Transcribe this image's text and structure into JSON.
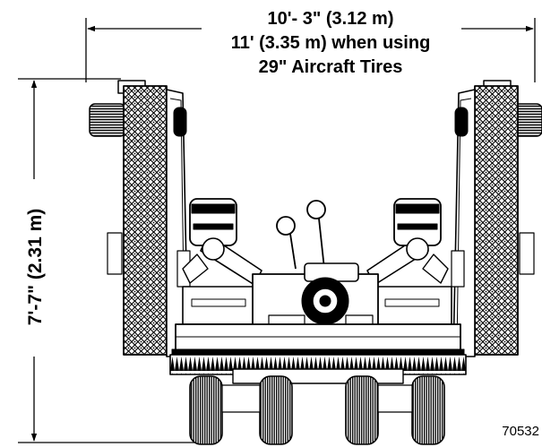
{
  "width_dimension": {
    "line1": "10'- 3\" (3.12 m)",
    "line2": "11' (3.35 m) when using",
    "line3": "29\" Aircraft Tires"
  },
  "height_dimension": {
    "label": "7'-7\" (2.31 m)"
  },
  "figure_number": "70532"
}
